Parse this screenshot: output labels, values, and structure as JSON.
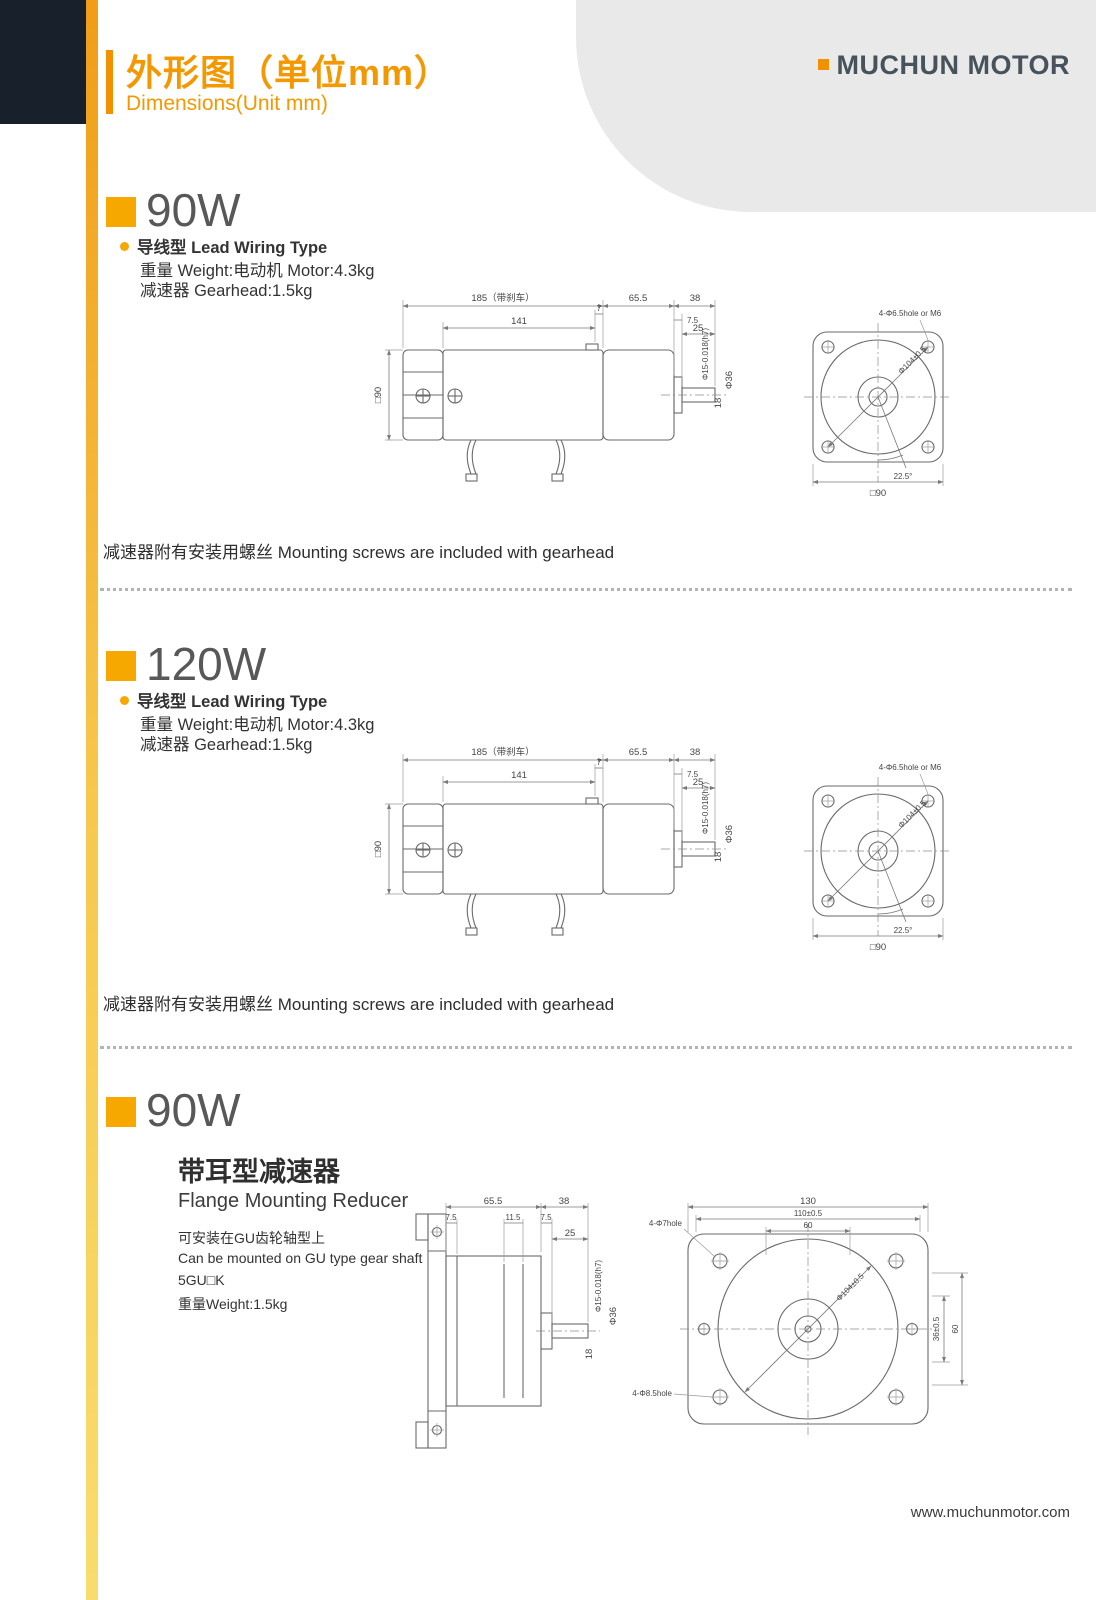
{
  "header": {
    "title_cn": "外形图（单位mm）",
    "title_en": "Dimensions(Unit mm)",
    "brand": "MUCHUN MOTOR"
  },
  "sections": [
    {
      "power": "90W",
      "wiring_type": "导线型 Lead Wiring Type",
      "weight": "重量 Weight:电动机 Motor:4.3kg",
      "gearhead": "减速器 Gearhead:1.5kg",
      "note": "减速器附有安装用螺丝 Mounting screws are included with gearhead"
    },
    {
      "power": "120W",
      "wiring_type": "导线型 Lead Wiring Type",
      "weight": "重量 Weight:电动机 Motor:4.3kg",
      "gearhead": "减速器 Gearhead:1.5kg",
      "note": "减速器附有安装用螺丝 Mounting screws are included with gearhead"
    },
    {
      "power": "90W",
      "title_cn": "带耳型减速器",
      "title_en": "Flange Mounting Reducer",
      "desc_1": "可安装在GU齿轮轴型上",
      "desc_2": "Can be mounted on GU type gear shaft",
      "desc_3": "5GU□K",
      "desc_4": "重量Weight:1.5kg"
    }
  ],
  "motor_drawing": {
    "dim_185": "185（带刹车）",
    "dim_7": "7",
    "dim_141": "141",
    "dim_65_5": "65.5",
    "dim_38": "38",
    "dim_7_5": "7.5",
    "dim_25": "25",
    "dim_sq90_side": "□90",
    "dim_shaft": "Φ15-0.018(h7)",
    "dim_36": "Φ36",
    "dim_18": "18",
    "holes_label": "4-Φ6.5hole or M6",
    "bolt_circle": "Φ104±0.5",
    "angle": "22.5°",
    "dim_sq90_front": "□90"
  },
  "reducer_drawing": {
    "dim_65_5": "65.5",
    "dim_38": "38",
    "dim_7_5a": "7.5",
    "dim_11_5": "11.5",
    "dim_7_5b": "7.5",
    "dim_25": "25",
    "dim_shaft": "Φ15-0.018(h7)",
    "dim_36": "Φ36",
    "dim_18": "18",
    "dim_130": "130",
    "dim_110": "110±0.5",
    "dim_60_top": "60",
    "holes_top": "4-Φ7hole",
    "bolt_circle": "Φ104±0.5",
    "dim_36_05": "36±0.5",
    "dim_60_right": "60",
    "holes_bottom": "4-Φ8.5hole"
  },
  "footer": {
    "url": "www.muchunmotor.com"
  }
}
